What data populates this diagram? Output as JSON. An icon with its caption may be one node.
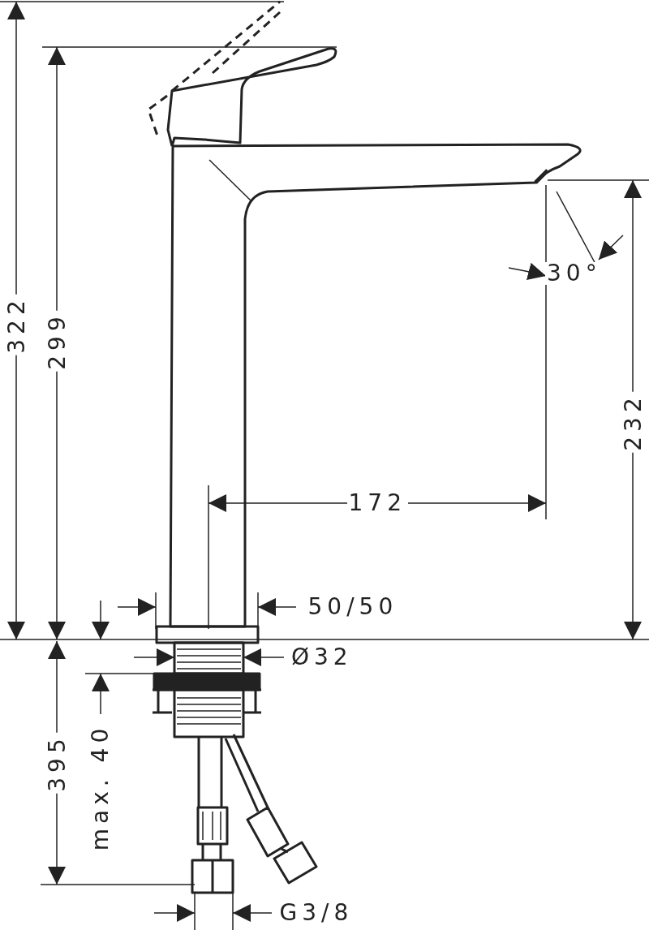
{
  "diagram": {
    "labels": [
      "322",
      "299",
      "30°",
      "232",
      "172",
      "50/50",
      "Ø32",
      "395",
      "max. 40",
      "G3/8"
    ]
  }
}
